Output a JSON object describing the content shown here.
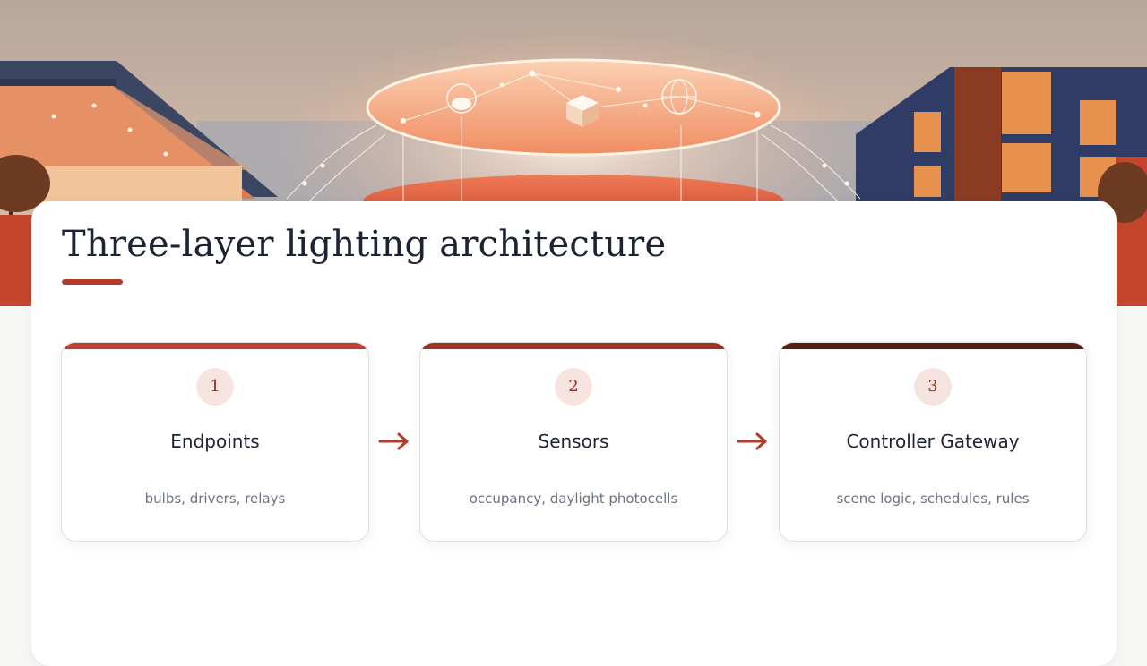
{
  "title": "Three-layer lighting architecture",
  "colors": {
    "accent": "#b23b2c",
    "number_bg": "#f6e4e0",
    "number_text": "#8e2e22",
    "bar_1": "#c0402f",
    "bar_2": "#9e3322",
    "bar_3": "#5a1f14"
  },
  "steps": [
    {
      "number": "1",
      "title": "Endpoints",
      "description": "bulbs, drivers, relays"
    },
    {
      "number": "2",
      "title": "Sensors",
      "description": "occupancy, daylight photocells"
    },
    {
      "number": "3",
      "title": "Controller Gateway",
      "description": "scene logic, schedules, rules"
    }
  ],
  "connectors": [
    "arrow-right-icon",
    "arrow-right-icon"
  ]
}
